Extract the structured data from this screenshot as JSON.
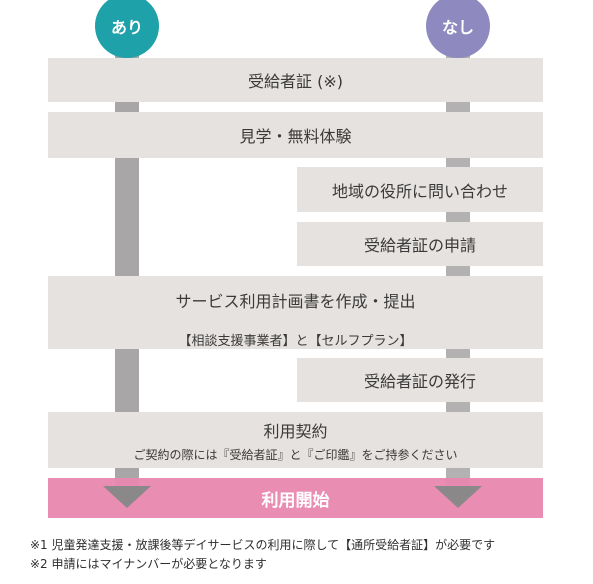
{
  "start_labels": {
    "yes": "あり",
    "no": "なし"
  },
  "steps": {
    "certificate": "受給者証 (※)",
    "visit": "見学・無料体験",
    "inquire": "地域の役所に問い合わせ",
    "apply": "受給者証の申請",
    "plan_title": "サービス利用計画書を作成・提出",
    "plan_sub": "【相談支援事業者】と【セルフプラン】",
    "issue": "受給者証の発行",
    "contract_title": "利用契約",
    "contract_sub": "ご契約の際には『受給者証』と『ご印鑑』をご持参ください",
    "start": "利用開始"
  },
  "notes": [
    "※1 児童発達支援・放課後等デイサービスの利用に際して【通所受給者証】が必要です",
    "※2 申請にはマイナンバーが必要となります"
  ],
  "colors": {
    "yes_circle": "#1ea1a8",
    "no_circle": "#8e8ac0",
    "box": "#e6e2df",
    "start_bar": "#e987ae",
    "lane": "#a8a6a6"
  }
}
